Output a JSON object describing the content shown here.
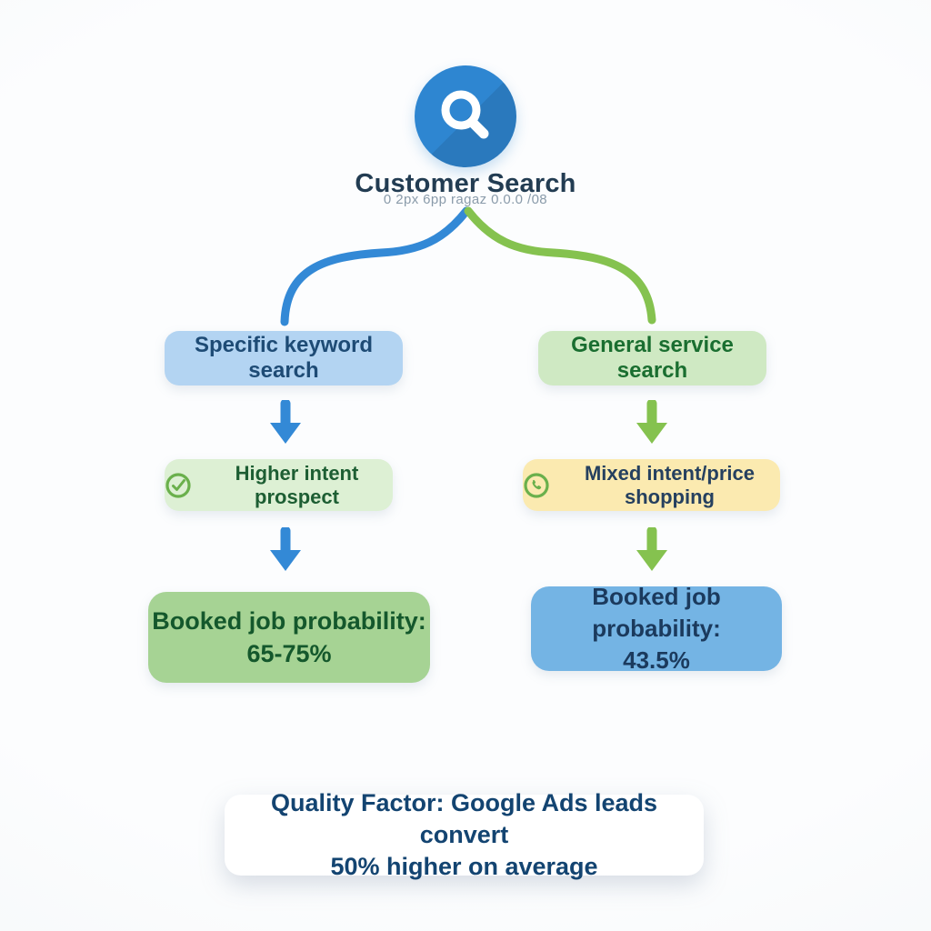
{
  "root": {
    "icon": "search-icon",
    "title": "Customer Search",
    "subtitle": "0 2px 6pp ragaz 0.0.0 /08"
  },
  "branches": {
    "left": {
      "keyword_label": "Specific keyword search",
      "intent_label": "Higher intent prospect",
      "intent_icon": "check-circle-icon",
      "probability_label": "Booked job probability:",
      "probability_value": "65-75%"
    },
    "right": {
      "keyword_label": "General service search",
      "intent_label": "Mixed intent/price shopping",
      "intent_icon": "phone-circle-icon",
      "probability_label": "Booked job probability:",
      "probability_value": "43.5%"
    }
  },
  "footer": {
    "line1": "Quality Factor: Google Ads leads convert",
    "line2": "50% higher on average"
  },
  "colors": {
    "root_circle": "#2e86d1",
    "blue_branch": "#3389d6",
    "green_branch": "#85c24f",
    "keyword_left_bg": "#b3d4f2",
    "keyword_right_bg": "#cfe9c3",
    "intent_left_bg": "#ddf0d4",
    "intent_right_bg": "#fbeab0",
    "probability_left_bg": "#a6d394",
    "probability_right_bg": "#74b4e4",
    "icon_green": "#6ab04c"
  }
}
